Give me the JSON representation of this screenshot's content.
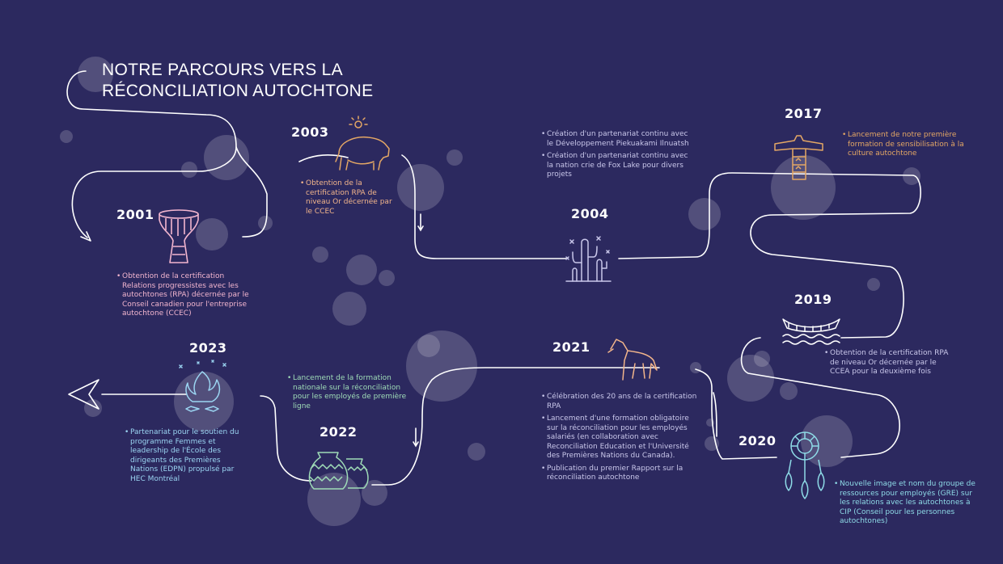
{
  "title": {
    "line1": "NOTRE PARCOURS VERS LA",
    "line2": "RÉCONCILIATION AUTOCHTONE"
  },
  "colors": {
    "background": "#2c295f",
    "pink": "#f3b6cf",
    "orange": "#f2b58b",
    "lavender": "#c9c7ea",
    "gold": "#e4a765",
    "cyan": "#8edbe7",
    "green": "#9fdcb7",
    "sky": "#9bd5f2"
  },
  "milestones": {
    "y2001": {
      "year": "2001",
      "icon": "drum-icon",
      "items": [
        "Obtention de la certification Relations progressistes avec les autochtones (RPA) décernée par le Conseil canadien pour l'entreprise autochtone (CCEC)"
      ]
    },
    "y2003": {
      "year": "2003",
      "icon": "bison-sun-icon",
      "items": [
        "Obtention de la certification RPA de niveau Or décernée par le CCEC"
      ]
    },
    "y2004": {
      "year": "2004",
      "icon": "cactus-icon",
      "items": [
        "Création d'un partenariat continu avec le Développement Piekuakami Ilnuatsh",
        "Création d'un partenariat continu avec la nation crie de Fox Lake pour divers projets"
      ]
    },
    "y2017": {
      "year": "2017",
      "icon": "totem-icon",
      "items": [
        "Lancement de notre première formation de sensibilisation à la culture autochtone"
      ]
    },
    "y2019": {
      "year": "2019",
      "icon": "canoe-icon",
      "items": [
        "Obtention de la certification RPA de niveau Or décernée par le CCEA pour la deuxième fois"
      ]
    },
    "y2020": {
      "year": "2020",
      "icon": "dreamcatcher-icon",
      "items": [
        "Nouvelle image et nom du groupe de ressources pour employés (GRE) sur les relations avec les autochtones à CIP (Conseil pour les personnes autochtones)"
      ]
    },
    "y2021": {
      "year": "2021",
      "icon": "horse-icon",
      "items": [
        "Célébration des 20 ans de la certification RPA",
        "Lancement d'une formation obligatoire sur la réconciliation pour les employés salariés (en collaboration avec Reconciliation Education et l'Université des Premières Nations du Canada).",
        "Publication du premier Rapport sur la réconciliation autochtone"
      ]
    },
    "y2022": {
      "year": "2022",
      "icon": "pottery-icon",
      "items": [
        "Lancement de la formation nationale sur la réconciliation pour les employés de première ligne"
      ]
    },
    "y2023": {
      "year": "2023",
      "icon": "campfire-icon",
      "items": [
        "Partenariat pour le soutien du programme Femmes et leadership de l'École des dirigeants des Premières Nations (EDPN) propulsé par HEC Montréal"
      ]
    }
  }
}
